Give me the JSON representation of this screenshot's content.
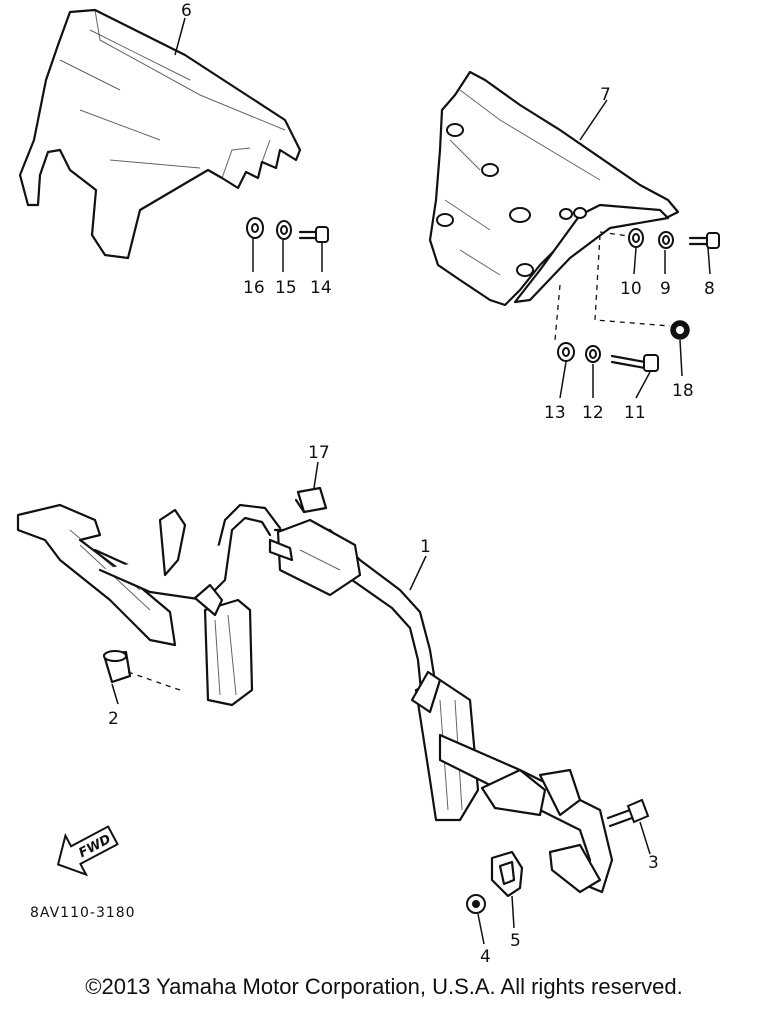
{
  "callouts": [
    "1",
    "2",
    "3",
    "4",
    "5",
    "6",
    "7",
    "8",
    "9",
    "10",
    "11",
    "12",
    "13",
    "14",
    "15",
    "16",
    "17",
    "18"
  ],
  "forward_label": "FWD",
  "diagram_code": "8AV110-3180",
  "copyright": "©2013 Yamaha Motor Corporation, U.S.A. All rights reserved."
}
